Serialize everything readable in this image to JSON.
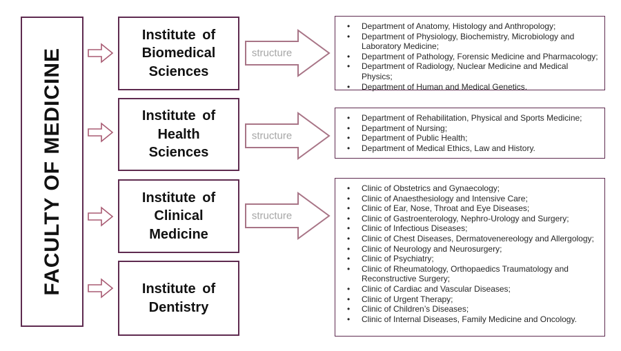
{
  "faculty_label": "FACULTY OF MEDICINE",
  "colors": {
    "box_border": "#5e2a4f",
    "small_arrow_outline": "#a85a72",
    "structure_arrow_outline": "#a87486",
    "structure_text": "#a6a6a6",
    "body_text": "#262626",
    "title_text": "#111111",
    "background": "#ffffff"
  },
  "rows": [
    {
      "institute_label": "Institute of Biomedical Sciences",
      "arrow_label": "structure",
      "departments": [
        "Department of Anatomy, Histology and Anthropology;",
        "Department of Physiology, Biochemistry, Microbiology and Laboratory Medicine;",
        "Department of Pathology, Forensic Medicine and Pharmacology;",
        "Department of Radiology, Nuclear Medicine and Medical Physics;",
        "Department of Human and Medical Genetics."
      ]
    },
    {
      "institute_label": "Institute of Health Sciences",
      "arrow_label": "structure",
      "departments": [
        "Department of Rehabilitation, Physical and Sports Medicine;",
        "Department of Nursing;",
        "Department of Public Health;",
        "Department of Medical Ethics, Law and History."
      ]
    },
    {
      "institute_label": "Institute of Clinical Medicine",
      "arrow_label": "structure",
      "departments": [
        "Clinic of Obstetrics and Gynaecology;",
        "Clinic of Anaesthesiology and Intensive Care;",
        "Clinic of Ear, Nose, Throat and Eye Diseases;",
        "Clinic of Gastroenterology, Nephro-Urology and Surgery;",
        "Clinic of Infectious Diseases;",
        "Clinic of Chest Diseases, Dermatovenereology and Allergology;",
        "Clinic of Neurology and Neurosurgery;",
        "Clinic of Psychiatry;",
        "Clinic of Rheumatology, Orthopaedics Traumatology and Reconstructive Surgery;",
        "Clinic of Cardiac and Vascular Diseases;",
        "Clinic of Urgent Therapy;",
        "Clinic of Children’s Diseases;",
        "Clinic of Internal Diseases, Family Medicine and Oncology."
      ]
    },
    {
      "institute_label": "Institute of Dentistry"
    }
  ]
}
